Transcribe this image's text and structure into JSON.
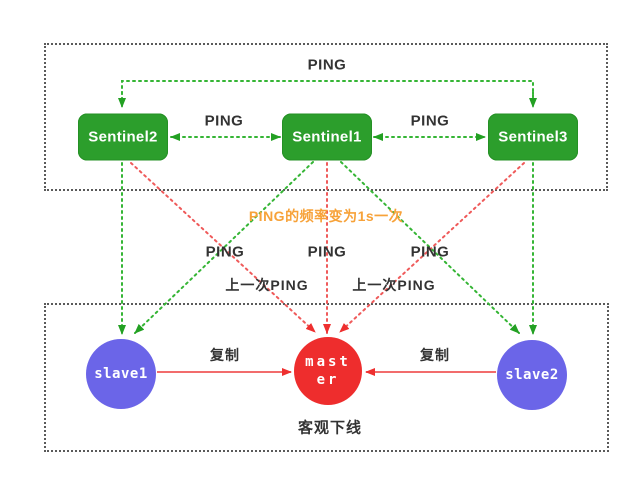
{
  "diagram_title": "redis-sentinel-subjective-objective-offline",
  "colors": {
    "sentinel_green": "#2c9e2c",
    "line_green": "#35b535",
    "arrow_green": "#23a023",
    "line_red": "#ef5a5a",
    "arrow_red": "#ee2f2f",
    "slave_purple": "#6b65e8",
    "master_red": "#ee2d2d",
    "note_orange": "#f7a239",
    "box_border_gray": "#5a5a5a",
    "label_dark": "#333333"
  },
  "top_group": {
    "ping_top_label": "PING",
    "ping_left_label": "PING",
    "ping_right_label": "PING",
    "sentinels": [
      {
        "label": "Sentinel2"
      },
      {
        "label": "Sentinel1"
      },
      {
        "label": "Sentinel3"
      }
    ]
  },
  "middle": {
    "orange_note": "PING的频率变为1s一次",
    "ping_labels": [
      {
        "label": "PING"
      },
      {
        "label": "PING"
      },
      {
        "label": "PING"
      }
    ],
    "last_ping_labels": [
      {
        "label": "上一次PING"
      },
      {
        "label": "上一次PING"
      }
    ]
  },
  "bottom_group": {
    "nodes": [
      {
        "label": "slave1"
      },
      {
        "label": "master"
      },
      {
        "label": "slave2"
      }
    ],
    "replicate_left_label": "复制",
    "replicate_right_label": "复制",
    "offline_label": "客观下线"
  }
}
